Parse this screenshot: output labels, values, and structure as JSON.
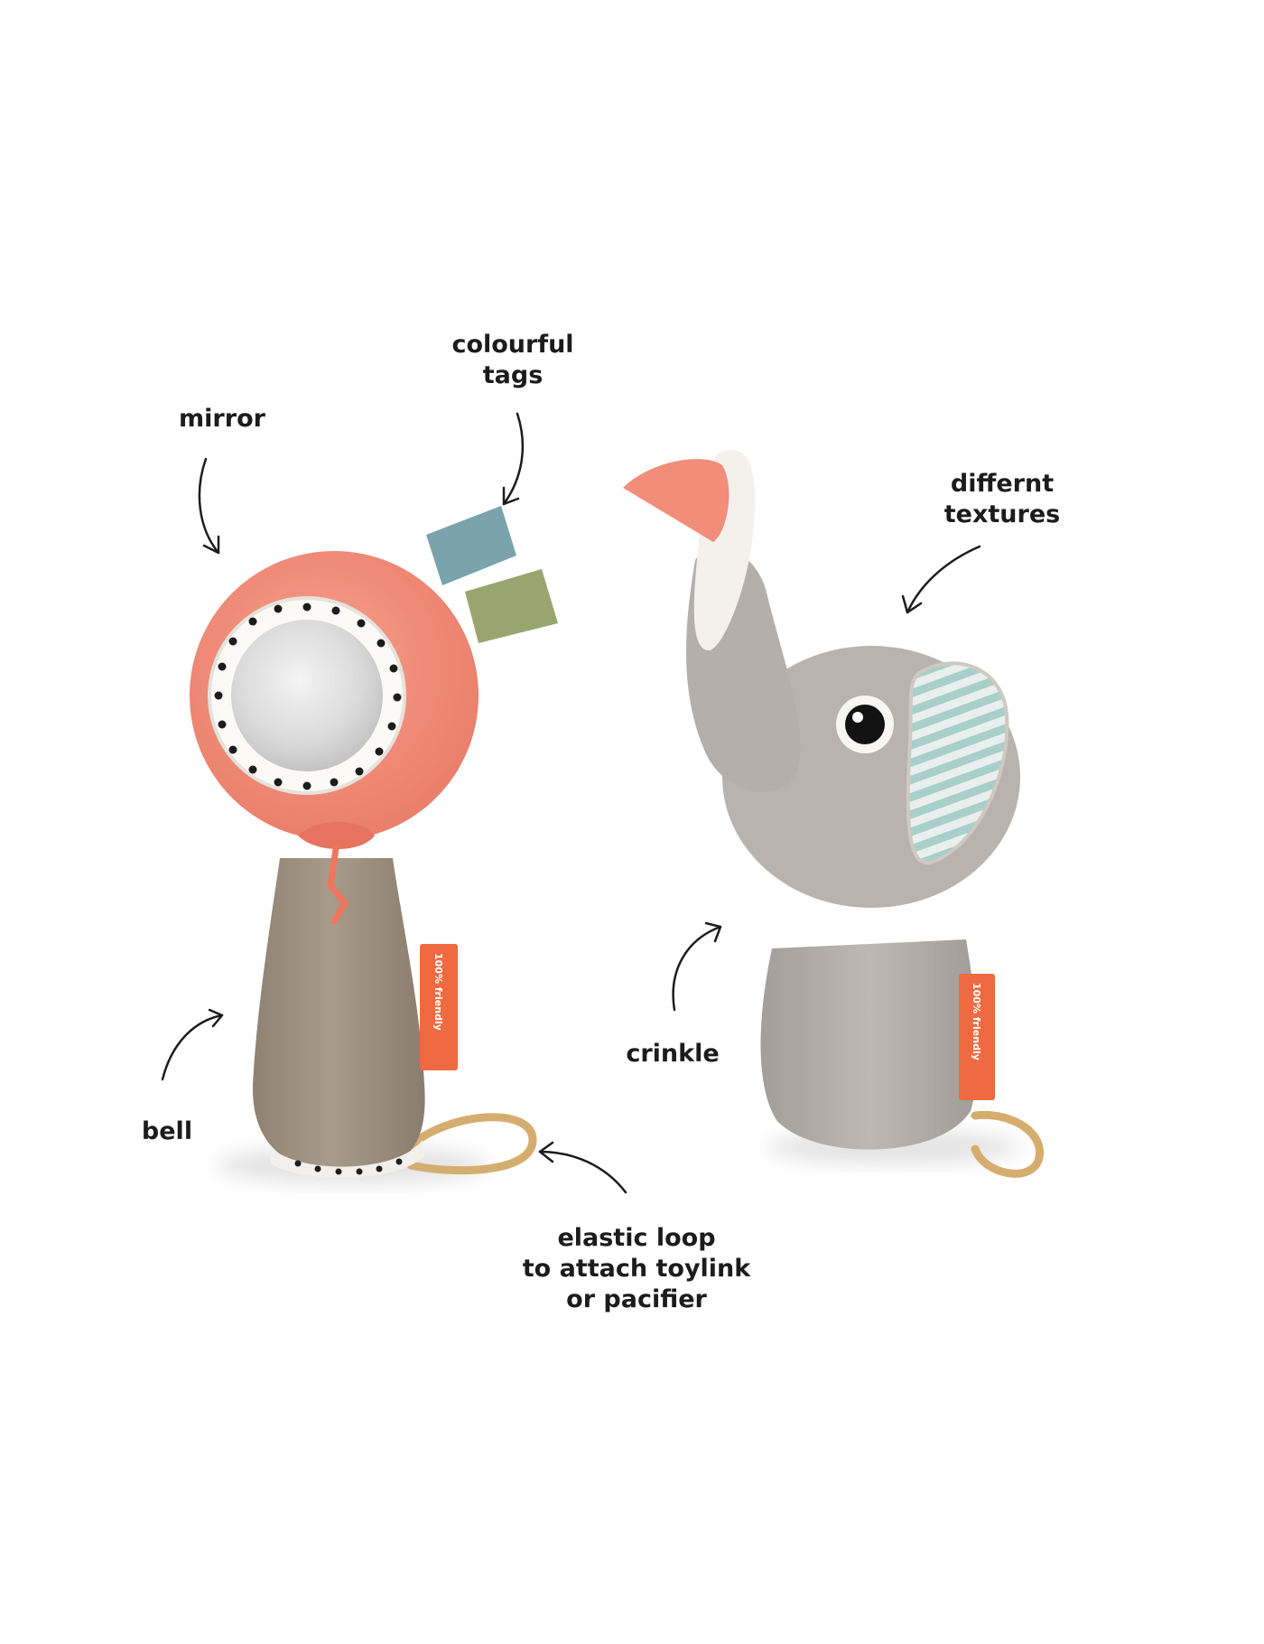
{
  "labels": {
    "mirror": [
      "mirror"
    ],
    "colourful_tags": [
      "colourful",
      "tags"
    ],
    "different_textures": [
      "differnt",
      "textures"
    ],
    "crinkle": [
      "crinkle"
    ],
    "bell": [
      "bell"
    ],
    "elastic_loop": [
      "elastic loop",
      "to attach toylink",
      "or pacifier"
    ]
  },
  "product_tag_text": "100% friendly",
  "colors": {
    "background": "#ffffff",
    "label_text": "#1c1c1c",
    "coral": "#f08a78",
    "coral_dark": "#e2705e",
    "taupe": "#a29483",
    "grey_plush": "#b5b0ab",
    "tag_blue": "#7aa3ad",
    "tag_green": "#9aa46f",
    "tag_orange": "#ef6a40",
    "loop_tan": "#d6ad70",
    "ear_stripe": "#a8cfc9"
  }
}
